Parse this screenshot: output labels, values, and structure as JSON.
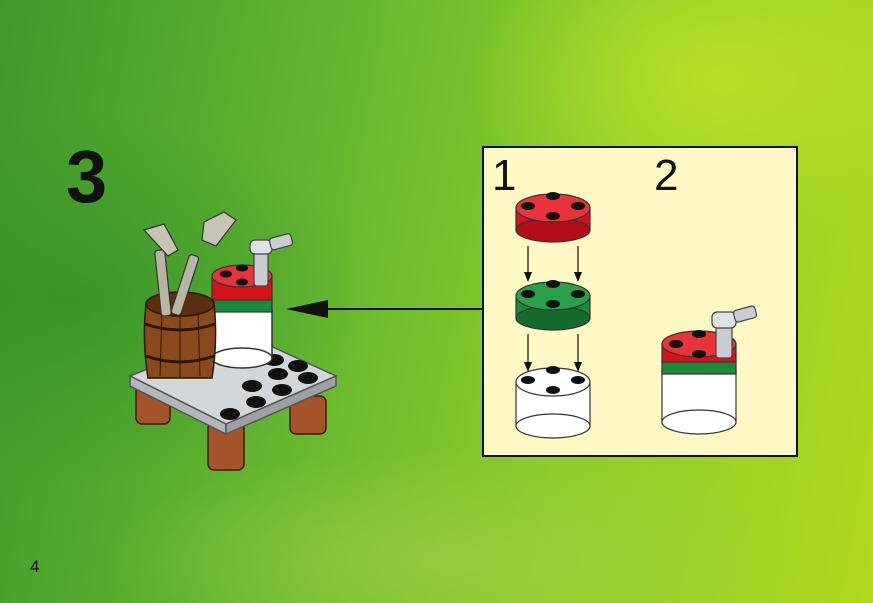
{
  "page": {
    "step_number": "3",
    "page_number": "4"
  },
  "sub_assembly": {
    "steps": [
      "1",
      "2"
    ]
  },
  "colors": {
    "background_green": "#63b52f",
    "panel_fill": "#fdf8c4",
    "brick_red": "#d8121c",
    "brick_green": "#1c8a3a",
    "brick_white": "#ffffff",
    "plate_gray": "#c9ccd0",
    "barrel_brown": "#8a4a1c",
    "leg_brown": "#a5532a"
  },
  "icons": {
    "main_model": "market-stall-barrel-model",
    "callout_arrow": "arrow-left",
    "step1": "stack-of-round-bricks",
    "step2": "round-brick-stack-with-faucet"
  }
}
